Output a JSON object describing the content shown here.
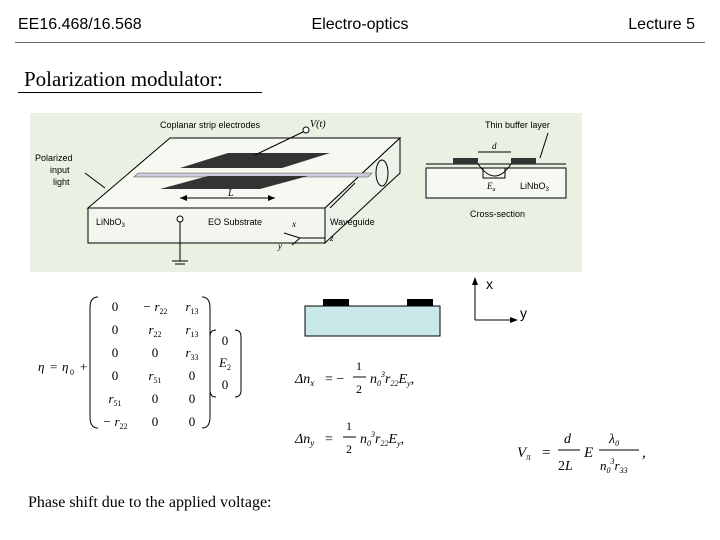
{
  "header": {
    "course": "EE16.468/16.568",
    "topic": "Electro-optics",
    "lecture": "Lecture 5"
  },
  "title": "Polarization modulator:",
  "figure": {
    "voltage_label": "V(t)",
    "electrodes_label": "Coplanar strip electrodes",
    "input_label_1": "Polarized",
    "input_label_2": "input",
    "input_label_3": "light",
    "length_label": "L",
    "material_label": "LiNbO",
    "material_sub": "3",
    "substrate_label": "EO Substrate",
    "waveguide_label": "Waveguide",
    "axis_x": "x",
    "axis_y": "y",
    "axis_z": "z",
    "buffer_label": "Thin buffer layer",
    "gap_label": "d",
    "field_label": "E",
    "field_sub": "a",
    "cross_material": "LiNbO",
    "cross_material_sub": "3",
    "cross_section_label": "Cross-section"
  },
  "axes_diagram": {
    "x": "x",
    "y": "y"
  },
  "equations": {
    "eta": "η",
    "eta0": "η",
    "eta0_sub": "0",
    "matrix": [
      [
        "0",
        "− r22",
        "r13"
      ],
      [
        "0",
        "r22",
        "r13"
      ],
      [
        "0",
        "0",
        "r33"
      ],
      [
        "0",
        "r51",
        "0"
      ],
      [
        "r51",
        "0",
        "0"
      ],
      [
        "− r22",
        "0",
        "0"
      ]
    ],
    "field_vector": [
      "0",
      "E2",
      "0"
    ]
  },
  "bottom_text": "Phase shift due to the applied voltage:"
}
